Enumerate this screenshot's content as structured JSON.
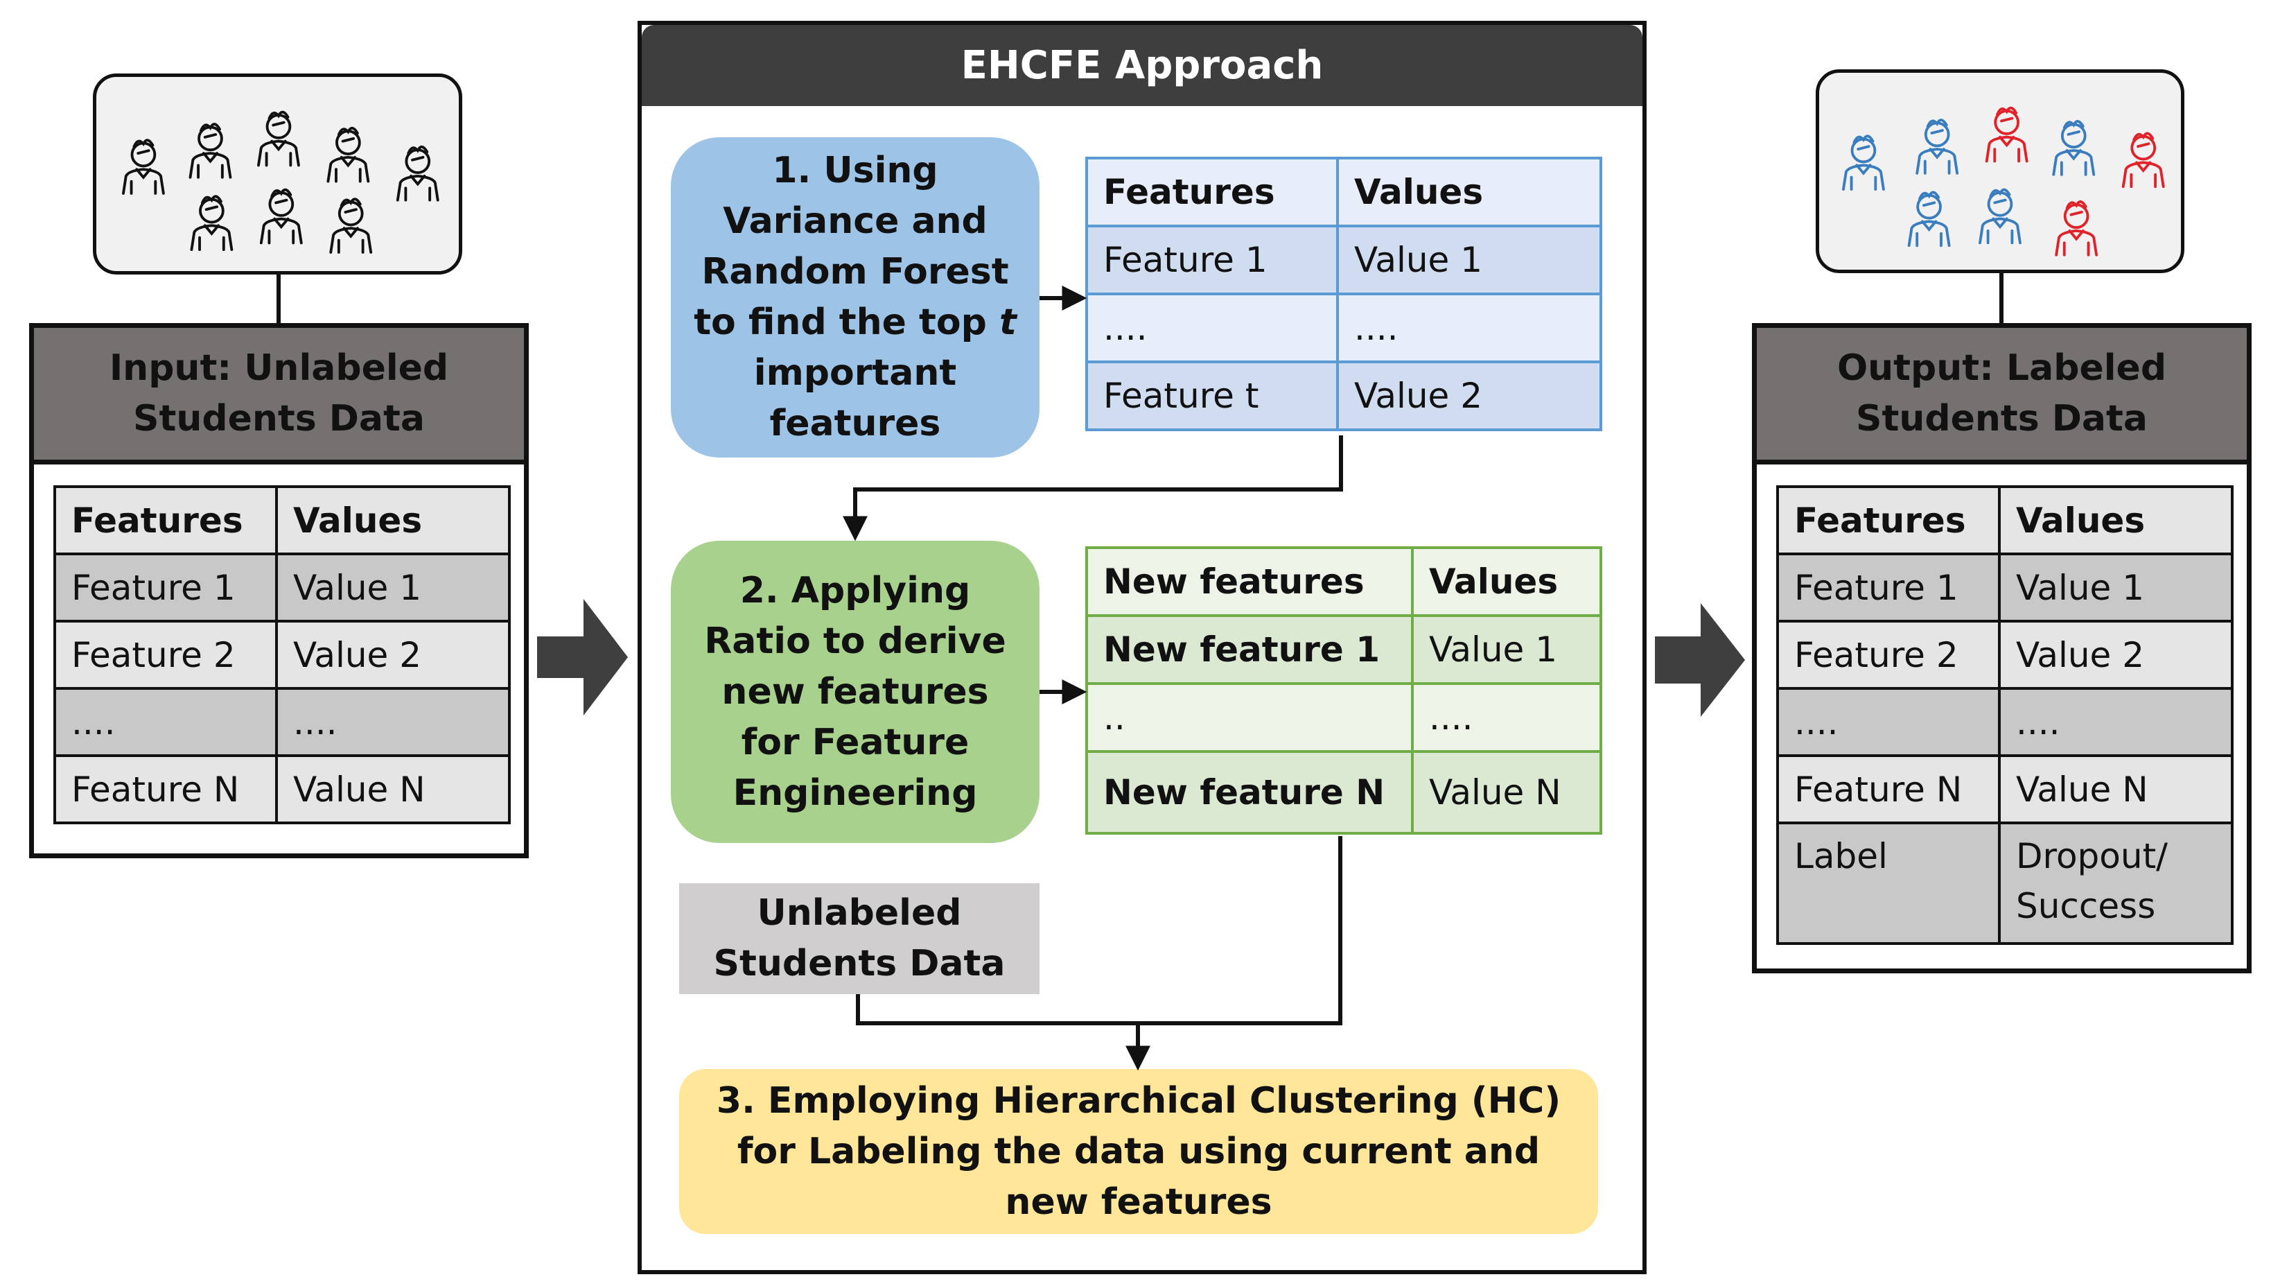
{
  "title": "EHCFE Approach",
  "input": {
    "title": "Input: Unlabeled Students Data",
    "columns": [
      "Features",
      "Values"
    ],
    "rows": [
      [
        "Feature 1",
        "Value 1"
      ],
      [
        "Feature 2",
        "Value 2"
      ],
      [
        "....",
        "...."
      ],
      [
        "Feature N",
        "Value N"
      ]
    ]
  },
  "output": {
    "title": "Output: Labeled Students Data",
    "columns": [
      "Features",
      "Values"
    ],
    "rows": [
      [
        "Feature 1",
        "Value 1"
      ],
      [
        "Feature 2",
        "Value 2"
      ],
      [
        "....",
        "...."
      ],
      [
        "Feature N",
        "Value N"
      ],
      [
        "Label",
        "Dropout/ Success"
      ]
    ]
  },
  "step1": {
    "pre": "1. Using Variance and Random Forest to find the top ",
    "var": "t",
    "post": " important features"
  },
  "table1": {
    "columns": [
      "Features",
      "Values"
    ],
    "rows": [
      [
        "Feature 1",
        "Value 1"
      ],
      [
        "....",
        "...."
      ],
      [
        "Feature t",
        "Value 2"
      ]
    ]
  },
  "step2": "2. Applying Ratio to derive new features for Feature Engineering",
  "table2": {
    "columns": [
      "New features",
      "Values"
    ],
    "rows": [
      [
        "New feature 1",
        "Value 1"
      ],
      [
        "..",
        "...."
      ],
      [
        "New feature N",
        "Value N"
      ]
    ]
  },
  "unlabeled": "Unlabeled Students Data",
  "step3": "3. Employing Hierarchical Clustering (HC) for Labeling the data using current and new  features",
  "colors": {
    "blue_person": "#3a7dbf",
    "red_person": "#e0232b",
    "step1": "#9dc3e6",
    "step2": "#a9d18e",
    "step3": "#ffe699",
    "header_gray": "#757171",
    "header_dark": "#3e3e3e"
  }
}
